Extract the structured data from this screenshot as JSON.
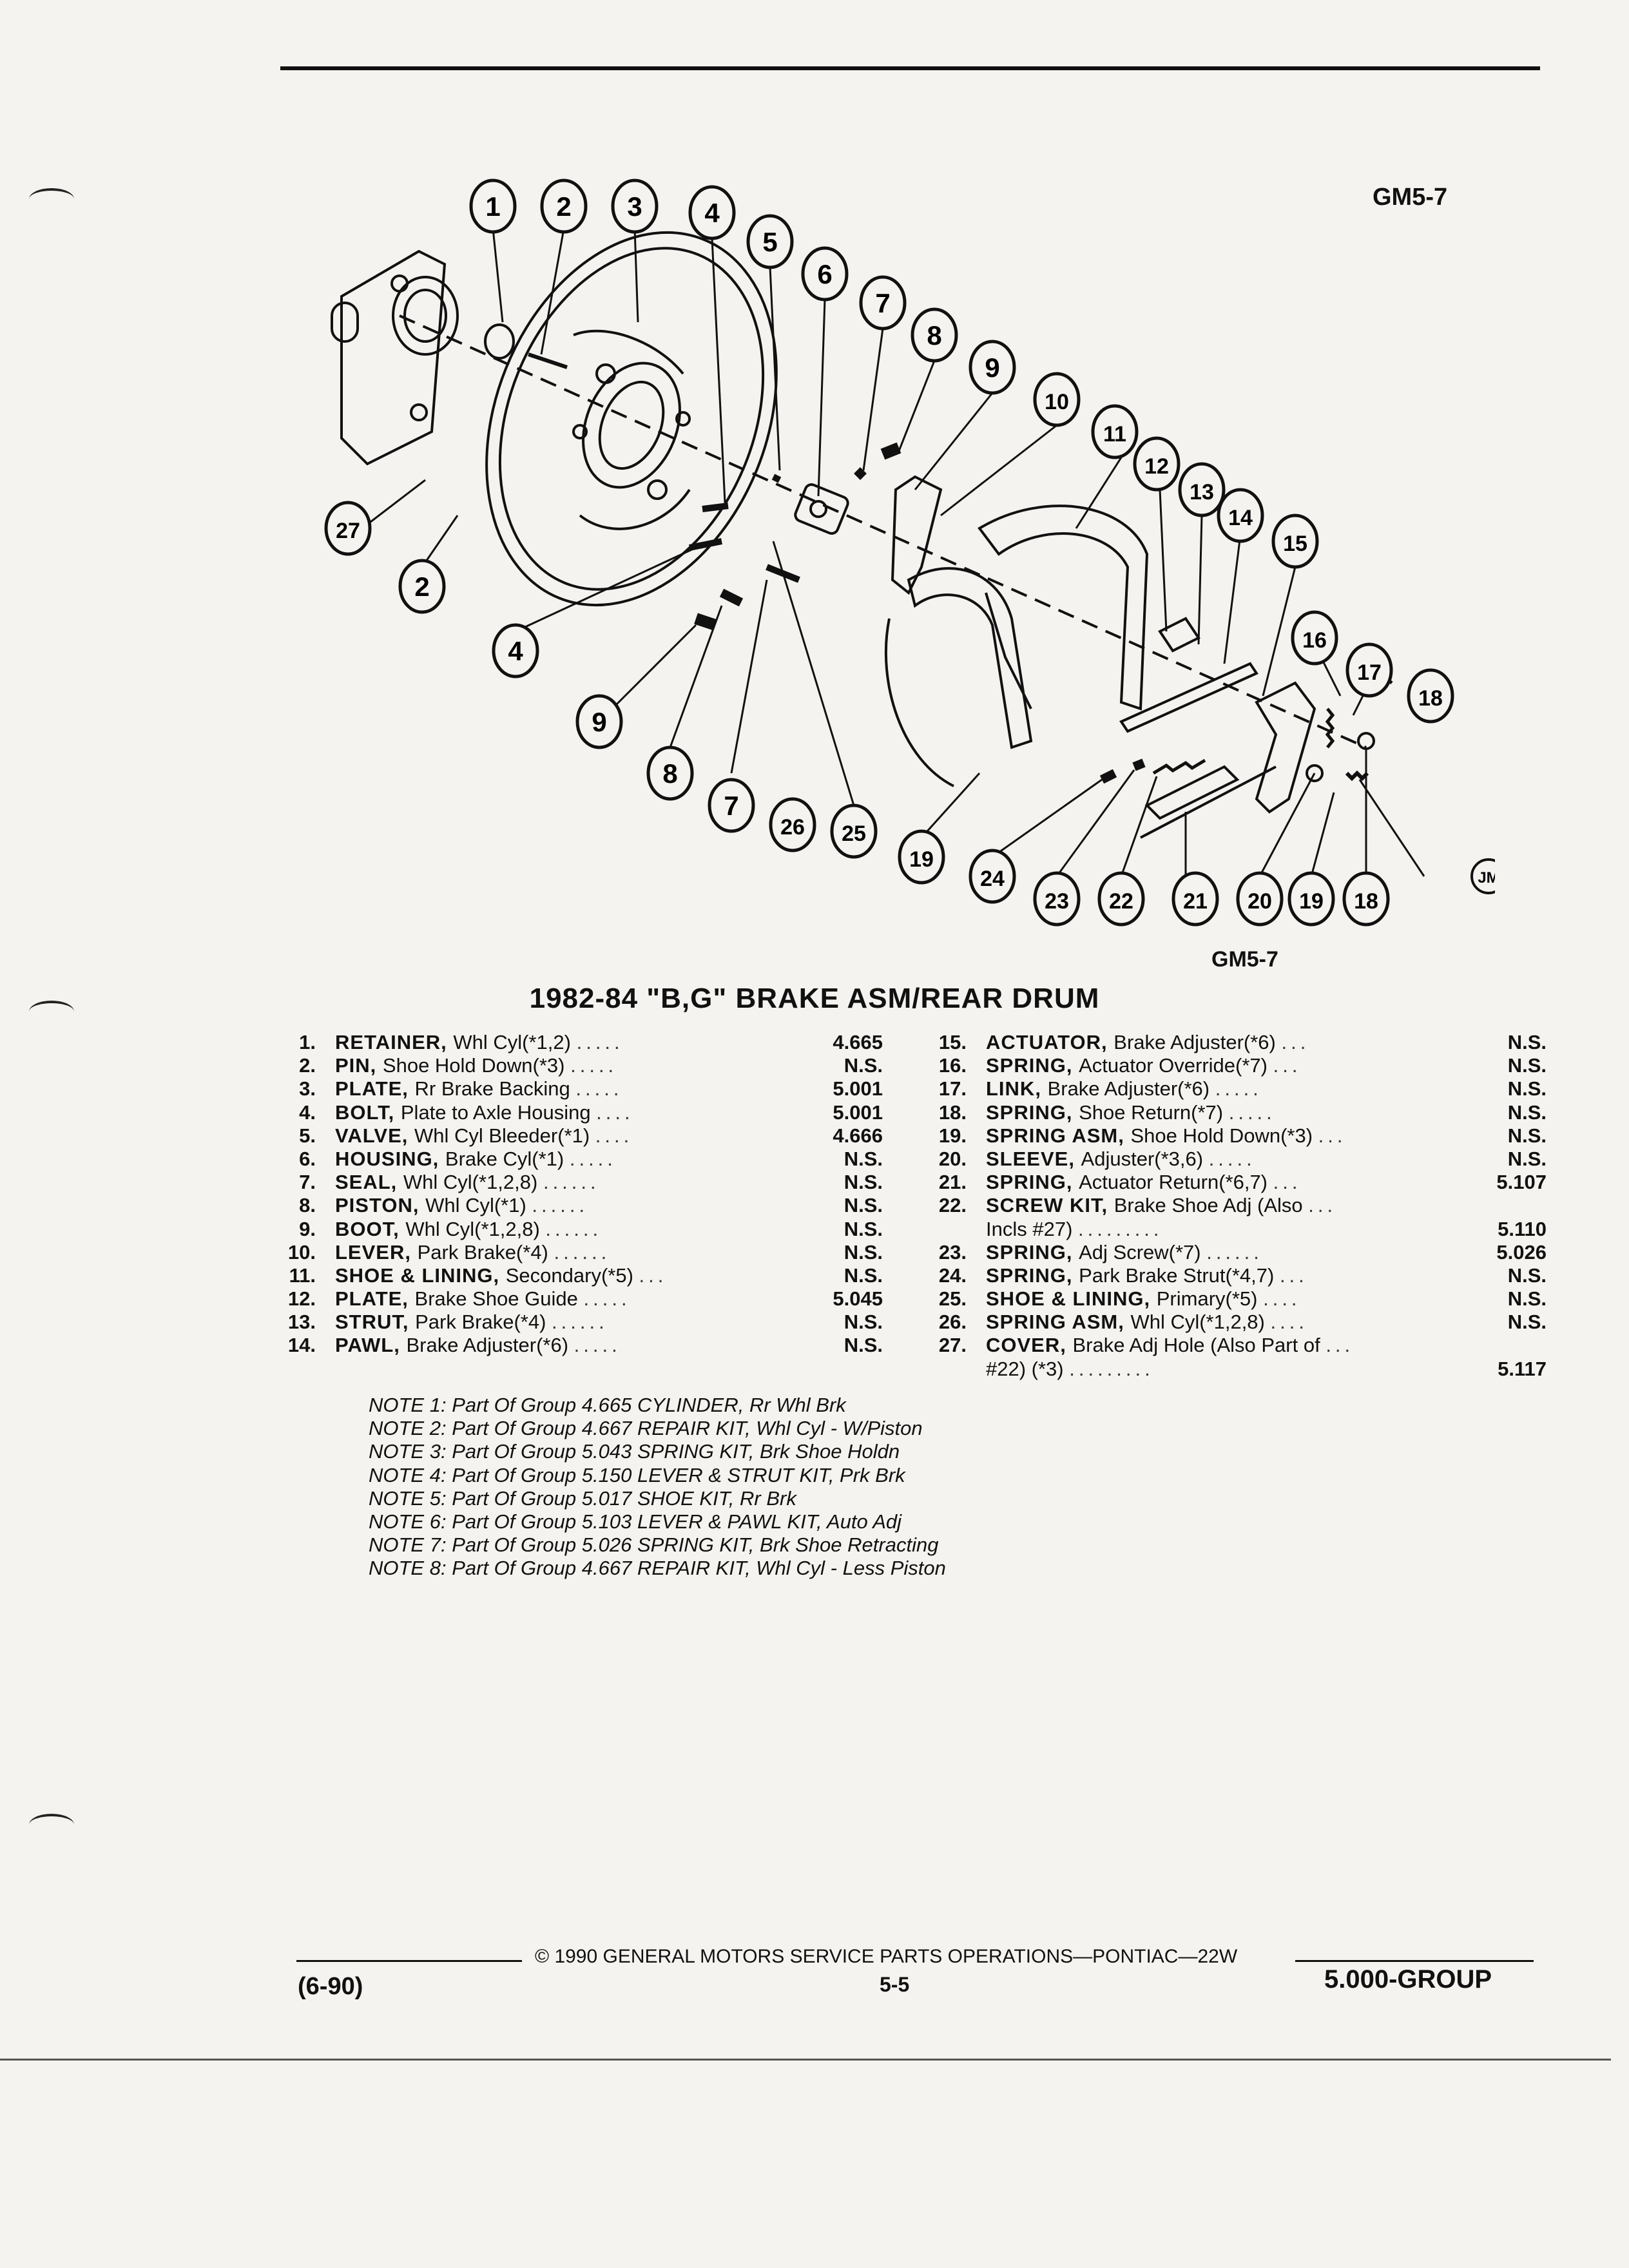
{
  "figure_code": "GM5-7",
  "figure_code_bottom": "GM5-7",
  "maker_mark": "JM",
  "title": "1982-84 \"B,G\" BRAKE ASM/REAR DRUM",
  "callouts": [
    "1",
    "2",
    "3",
    "4",
    "5",
    "6",
    "7",
    "8",
    "9",
    "10",
    "11",
    "12",
    "13",
    "14",
    "15",
    "16",
    "17",
    "18",
    "27",
    "2",
    "4",
    "9",
    "8",
    "7",
    "26",
    "25",
    "19",
    "24",
    "23",
    "22",
    "21",
    "20",
    "19",
    "18"
  ],
  "parts_left": [
    {
      "num": "1.",
      "name": "RETAINER,",
      "desc": "Whl Cyl(*1,2)",
      "group": "4.665"
    },
    {
      "num": "2.",
      "name": "PIN,",
      "desc": "Shoe Hold Down(*3)",
      "group": "N.S."
    },
    {
      "num": "3.",
      "name": "PLATE,",
      "desc": "Rr Brake Backing",
      "group": "5.001"
    },
    {
      "num": "4.",
      "name": "BOLT,",
      "desc": "Plate to Axle Housing",
      "group": "5.001"
    },
    {
      "num": "5.",
      "name": "VALVE,",
      "desc": "Whl Cyl Bleeder(*1)",
      "group": "4.666"
    },
    {
      "num": "6.",
      "name": "HOUSING,",
      "desc": "Brake Cyl(*1)",
      "group": "N.S."
    },
    {
      "num": "7.",
      "name": "SEAL,",
      "desc": "Whl Cyl(*1,2,8)",
      "group": "N.S."
    },
    {
      "num": "8.",
      "name": "PISTON,",
      "desc": "Whl Cyl(*1)",
      "group": "N.S."
    },
    {
      "num": "9.",
      "name": "BOOT,",
      "desc": "Whl Cyl(*1,2,8)",
      "group": "N.S."
    },
    {
      "num": "10.",
      "name": "LEVER,",
      "desc": "Park Brake(*4)",
      "group": "N.S."
    },
    {
      "num": "11.",
      "name": "SHOE & LINING,",
      "desc": "Secondary(*5)",
      "group": "N.S."
    },
    {
      "num": "12.",
      "name": "PLATE,",
      "desc": "Brake Shoe Guide",
      "group": "5.045"
    },
    {
      "num": "13.",
      "name": "STRUT,",
      "desc": "Park Brake(*4)",
      "group": "N.S."
    },
    {
      "num": "14.",
      "name": "PAWL,",
      "desc": "Brake Adjuster(*6)",
      "group": "N.S."
    }
  ],
  "parts_right": [
    {
      "num": "15.",
      "name": "ACTUATOR,",
      "desc": "Brake Adjuster(*6)",
      "group": "N.S."
    },
    {
      "num": "16.",
      "name": "SPRING,",
      "desc": "Actuator Override(*7)",
      "group": "N.S."
    },
    {
      "num": "17.",
      "name": "LINK,",
      "desc": "Brake Adjuster(*6)",
      "group": "N.S."
    },
    {
      "num": "18.",
      "name": "SPRING,",
      "desc": "Shoe Return(*7)",
      "group": "N.S."
    },
    {
      "num": "19.",
      "name": "SPRING ASM,",
      "desc": "Shoe Hold Down(*3)",
      "group": "N.S."
    },
    {
      "num": "20.",
      "name": "SLEEVE,",
      "desc": "Adjuster(*3,6)",
      "group": "N.S."
    },
    {
      "num": "21.",
      "name": "SPRING,",
      "desc": "Actuator Return(*6,7)",
      "group": "5.107"
    },
    {
      "num": "22.",
      "name": "SCREW KIT,",
      "desc": "Brake Shoe Adj (Also",
      "group": ""
    },
    {
      "num": "",
      "name": "",
      "desc": "Incls #27)",
      "group": "5.110"
    },
    {
      "num": "23.",
      "name": "SPRING,",
      "desc": "Adj Screw(*7)",
      "group": "5.026"
    },
    {
      "num": "24.",
      "name": "SPRING,",
      "desc": "Park Brake Strut(*4,7)",
      "group": "N.S."
    },
    {
      "num": "25.",
      "name": "SHOE & LINING,",
      "desc": "Primary(*5)",
      "group": "N.S."
    },
    {
      "num": "26.",
      "name": "SPRING ASM,",
      "desc": "Whl Cyl(*1,2,8)",
      "group": "N.S."
    },
    {
      "num": "27.",
      "name": "COVER,",
      "desc": "Brake Adj Hole (Also Part of",
      "group": ""
    },
    {
      "num": "",
      "name": "",
      "desc": "#22) (*3)",
      "group": "5.117"
    }
  ],
  "notes": [
    "NOTE 1: Part Of Group 4.665 CYLINDER, Rr Whl Brk",
    "NOTE 2: Part Of Group 4.667 REPAIR KIT, Whl Cyl - W/Piston",
    "NOTE 3: Part Of Group 5.043 SPRING KIT, Brk Shoe Holdn",
    "NOTE 4: Part Of Group 5.150 LEVER & STRUT KIT, Prk Brk",
    "NOTE 5: Part Of Group 5.017 SHOE KIT, Rr Brk",
    "NOTE 6: Part Of Group 5.103 LEVER & PAWL KIT, Auto Adj",
    "NOTE 7: Part Of Group 5.026 SPRING KIT, Brk Shoe Retracting",
    "NOTE 8: Part Of Group 4.667 REPAIR KIT, Whl Cyl - Less Piston"
  ],
  "footer": {
    "copyright": "© 1990 GENERAL MOTORS SERVICE PARTS OPERATIONS—PONTIAC—22W",
    "date": "(6-90)",
    "page": "5-5",
    "group": "5.000-GROUP"
  }
}
